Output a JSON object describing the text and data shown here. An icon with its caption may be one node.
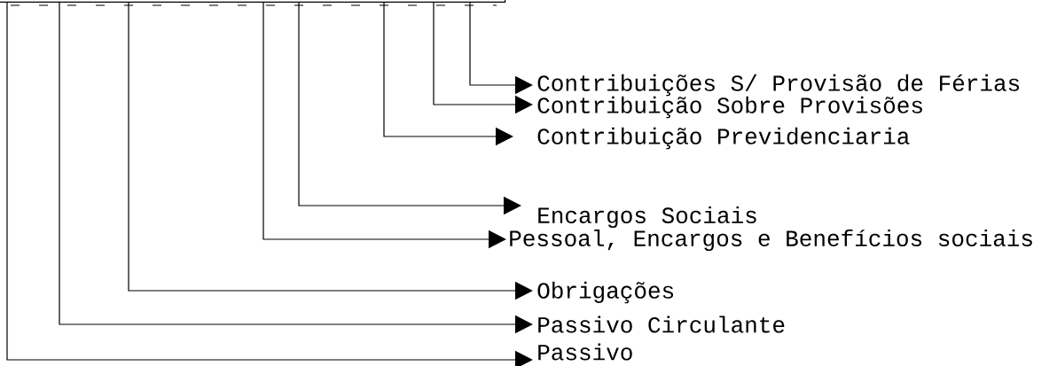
{
  "diagram": {
    "nodes": [
      {
        "text": [],
        "shape": "box"
      },
      {
        "text": [
          "Contribuições S/ Provisão de Férias"
        ]
      },
      {
        "text": [
          "Contribuição Sobre  Provisões"
        ]
      },
      {
        "text": [
          "Contribuição  Previdenciaria"
        ]
      },
      {
        "text": [
          "Encargos Sociais"
        ]
      },
      {
        "text": [
          "Pessoal, Encargos e Benefícios sociais"
        ]
      },
      {
        "text": [
          "Obrigações"
        ]
      },
      {
        "text": [
          "Passivo Circulante"
        ]
      },
      {
        "text": [
          "Passivo"
        ]
      }
    ],
    "edges": [
      {
        "from": 0,
        "to": 1,
        "arrow": "to"
      },
      {
        "from": 0,
        "to": 2,
        "arrow": "to"
      },
      {
        "from": 0,
        "to": 3,
        "arrow": "to"
      },
      {
        "from": 0,
        "to": 4,
        "arrow": "to"
      },
      {
        "from": 0,
        "to": 5,
        "arrow": "to"
      },
      {
        "from": 0,
        "to": 6,
        "arrow": "to"
      },
      {
        "from": 0,
        "to": 7,
        "arrow": "to"
      },
      {
        "from": 0,
        "to": 8,
        "arrow": "to"
      }
    ]
  }
}
